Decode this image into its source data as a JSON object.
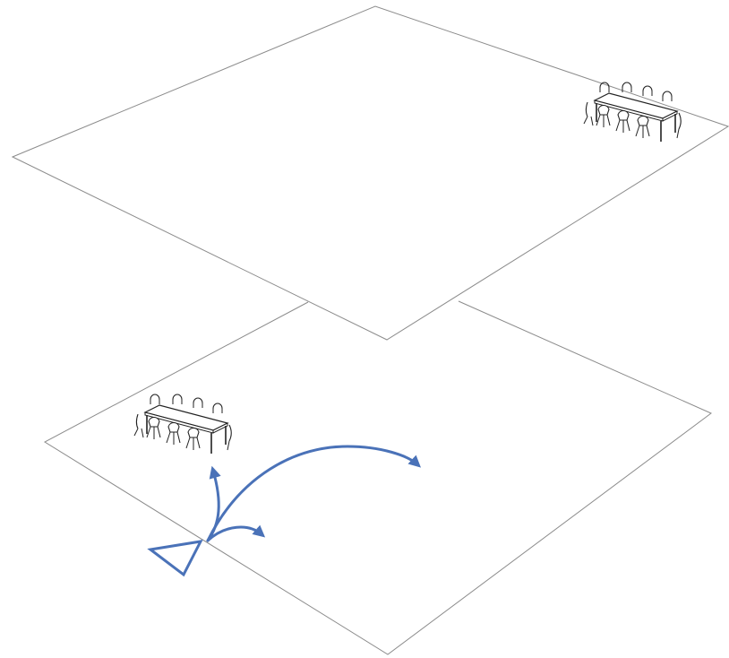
{
  "diagram": {
    "planes": [
      {
        "id": "upper-floor-plane",
        "furniture": "conference-table-with-chairs"
      },
      {
        "id": "lower-floor-plane",
        "furniture": "conference-table-with-chairs"
      }
    ],
    "camera_marker": {
      "shape": "triangle",
      "color": "#4a72b8"
    },
    "motion_arrows": {
      "count": 3,
      "color": "#4a72b8"
    },
    "colors": {
      "plane_stroke": "#8c8c8c",
      "furniture_stroke": "#222222",
      "accent": "#4a72b8",
      "background": "#ffffff"
    }
  }
}
